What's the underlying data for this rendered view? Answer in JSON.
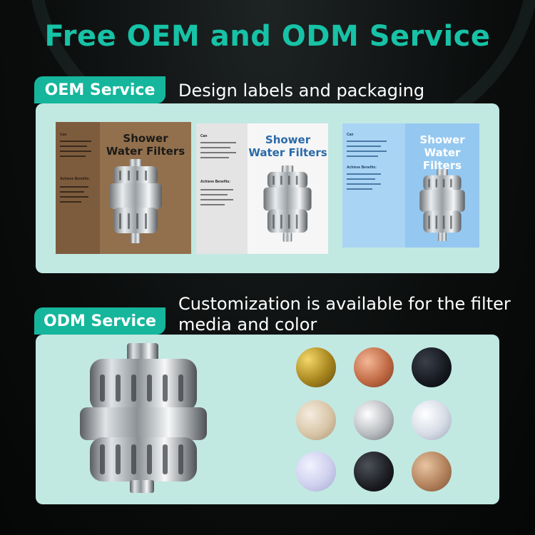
{
  "title": "Free OEM and ODM Service",
  "oem": {
    "tag": "OEM Service",
    "description": "Design labels and packaging",
    "boxes": [
      {
        "front_title_1": "Shower",
        "front_title_2": "Water Filters",
        "side_heading": "Can",
        "side_heading_2": "Achieve Benefits:",
        "color": "#8f6c4a"
      },
      {
        "front_title_1": "Shower",
        "front_title_2": "Water Filters",
        "side_heading": "Can",
        "side_heading_2": "Achieve Benefits:",
        "color": "#f2f2f2"
      },
      {
        "front_title_1": "Shower",
        "front_title_2": "Water Filters",
        "side_heading": "Can",
        "side_heading_2": "Achieve Benefits:",
        "color": "#9ccdf2"
      }
    ]
  },
  "odm": {
    "tag": "ODM Service",
    "description_line1": "Customization is available for the filter",
    "description_line2": "media and color"
  },
  "colors": {
    "accent": "#15b69c",
    "title": "#17c2a6",
    "panel": "#c2e8e2"
  }
}
